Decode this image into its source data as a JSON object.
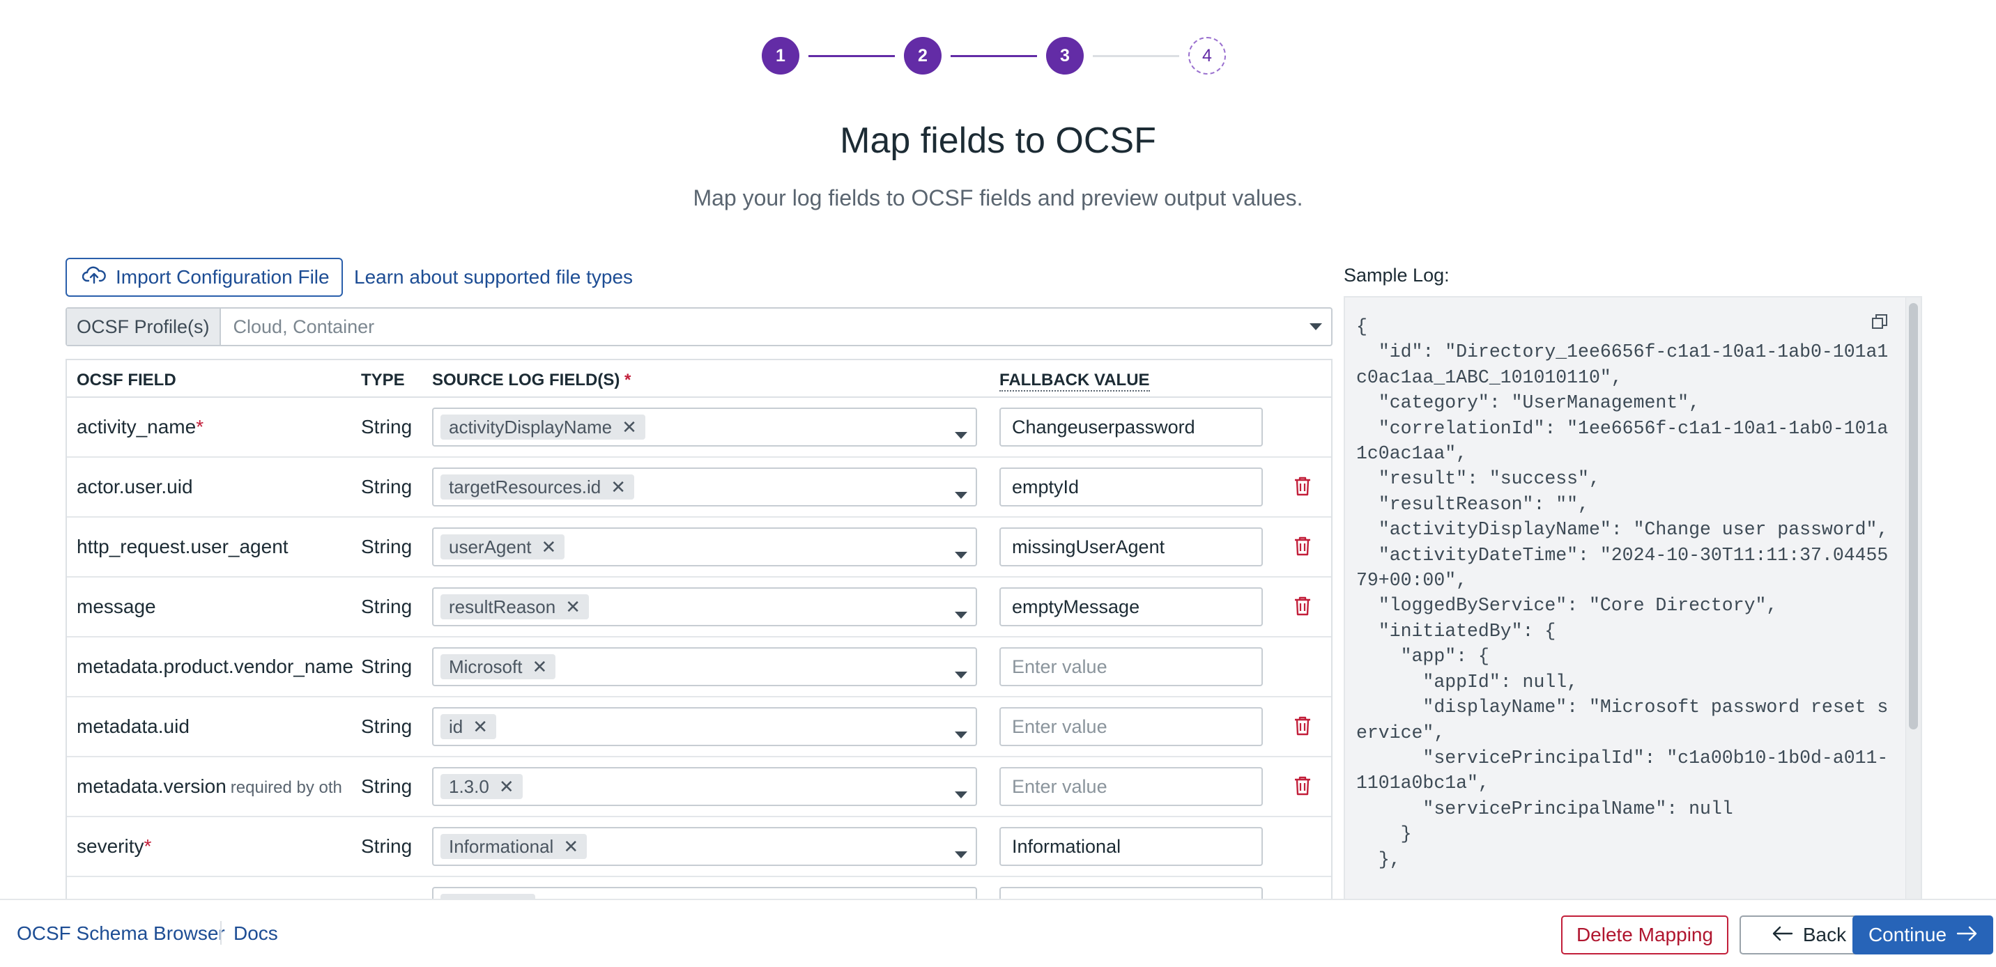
{
  "stepper": {
    "steps": [
      "1",
      "2",
      "3",
      "4"
    ],
    "current_step": 3
  },
  "header": {
    "title": "Map fields to OCSF",
    "subtitle": "Map your log fields to OCSF fields and preview output values."
  },
  "toolbar": {
    "import_label": "Import Configuration File",
    "learn_link": "Learn about supported file types"
  },
  "profile": {
    "label": "OCSF Profile(s)",
    "placeholder": "Cloud, Container"
  },
  "table": {
    "headers": {
      "ocsf_field": "OCSF FIELD",
      "type": "TYPE",
      "source": "SOURCE LOG FIELD(S)",
      "source_required_mark": "*",
      "fallback": "FALLBACK VALUE"
    },
    "rows": [
      {
        "field": "activity_name",
        "required": "*",
        "hint": "",
        "type": "String",
        "source": "activityDisplayName",
        "fallback": "Changeuserpassword",
        "fallback_placeholder": "",
        "deletable": false
      },
      {
        "field": "actor.user.uid",
        "required": "",
        "hint": "",
        "type": "String",
        "source": "targetResources.id",
        "fallback": "emptyId",
        "fallback_placeholder": "",
        "deletable": true
      },
      {
        "field": "http_request.user_agent",
        "required": "",
        "hint": "",
        "type": "String",
        "source": "userAgent",
        "fallback": "missingUserAgent",
        "fallback_placeholder": "",
        "deletable": true
      },
      {
        "field": "message",
        "required": "",
        "hint": "",
        "type": "String",
        "source": "resultReason",
        "fallback": "emptyMessage",
        "fallback_placeholder": "",
        "deletable": true
      },
      {
        "field": "metadata.product.vendor_name",
        "required": "",
        "hint": "",
        "type": "String",
        "source": "Microsoft",
        "fallback": "",
        "fallback_placeholder": "Enter value",
        "deletable": false
      },
      {
        "field": "metadata.uid",
        "required": "",
        "hint": "",
        "type": "String",
        "source": "id",
        "fallback": "",
        "fallback_placeholder": "Enter value",
        "deletable": true
      },
      {
        "field": "metadata.version",
        "required": "",
        "hint": "required by oth",
        "type": "String",
        "source": "1.3.0",
        "fallback": "",
        "fallback_placeholder": "Enter value",
        "deletable": true
      },
      {
        "field": "severity",
        "required": "*",
        "hint": "",
        "type": "String",
        "source": "Informational",
        "fallback": "Informational",
        "fallback_placeholder": "",
        "deletable": false
      }
    ]
  },
  "sample_log": {
    "label": "Sample Log:",
    "content": "{\n  \"id\": \"Directory_1ee6656f-c1a1-10a1-1ab0-101a1c0ac1aa_1ABC_101010110\",\n  \"category\": \"UserManagement\",\n  \"correlationId\": \"1ee6656f-c1a1-10a1-1ab0-101a1c0ac1aa\",\n  \"result\": \"success\",\n  \"resultReason\": \"\",\n  \"activityDisplayName\": \"Change user password\",\n  \"activityDateTime\": \"2024-10-30T11:11:37.0445579+00:00\",\n  \"loggedByService\": \"Core Directory\",\n  \"initiatedBy\": {\n    \"app\": {\n      \"appId\": null,\n      \"displayName\": \"Microsoft password reset service\",\n      \"servicePrincipalId\": \"c1a00b10-1b0d-a011-1101a0bc1a\",\n      \"servicePrincipalName\": null\n    }\n  },"
  },
  "footer": {
    "schema_link": "OCSF Schema Browser",
    "docs_link": "Docs",
    "delete_label": "Delete Mapping",
    "back_label": "Back",
    "continue_label": "Continue"
  },
  "colors": {
    "stepper_purple": "#632ca6",
    "link_blue": "#1d4d94",
    "primary_blue": "#2764b8",
    "danger_red": "#c21f3a"
  }
}
